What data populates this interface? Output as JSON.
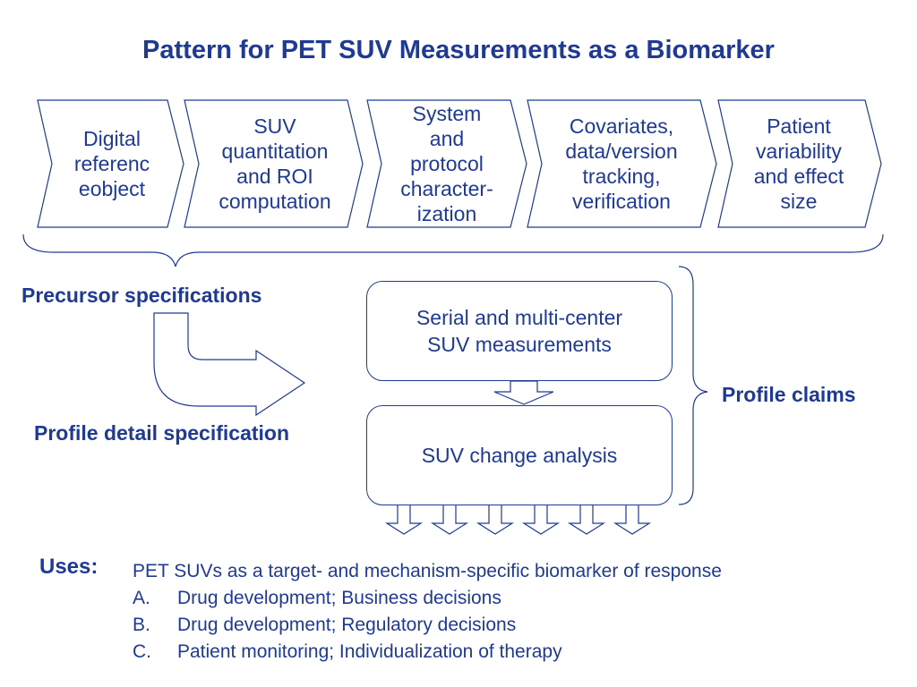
{
  "title": "Pattern for PET SUV Measurements as a Biomarker",
  "steps": [
    {
      "lines": [
        "Digital",
        "referenc",
        "eobject"
      ]
    },
    {
      "lines": [
        "SUV",
        "quantitation",
        "and ROI",
        "computation"
      ]
    },
    {
      "lines": [
        "System",
        "and",
        "protocol",
        "character-",
        "ization"
      ]
    },
    {
      "lines": [
        "Covariates,",
        "data/version",
        "tracking,",
        "verification"
      ]
    },
    {
      "lines": [
        "Patient",
        "variability",
        "and effect",
        "size"
      ]
    }
  ],
  "precursor_label": "Precursor specifications",
  "profile_detail_label": "Profile detail specification",
  "profile_claims_label": "Profile claims",
  "box_serial": {
    "line1": "Serial and multi-center",
    "line2": "SUV measurements"
  },
  "box_change": "SUV change analysis",
  "uses": {
    "label": "Uses:",
    "intro": "PET SUVs as a target- and mechanism-specific biomarker of response",
    "items": [
      {
        "marker": "A.",
        "text": "Drug development; Business decisions"
      },
      {
        "marker": "B.",
        "text": "Drug development; Regulatory decisions"
      },
      {
        "marker": "C.",
        "text": "Patient monitoring; Individualization of therapy"
      }
    ]
  },
  "colors": {
    "primary": "#1f3a93",
    "background": "#ffffff"
  }
}
